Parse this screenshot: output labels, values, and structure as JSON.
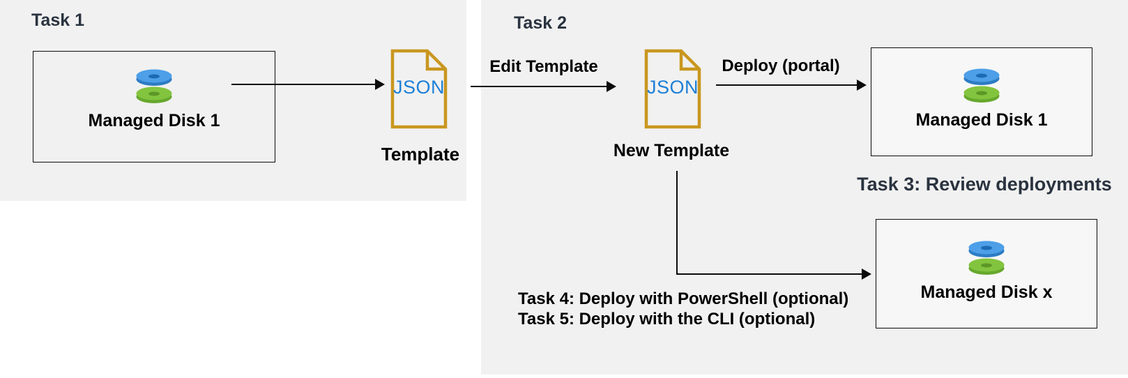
{
  "colors": {
    "panel_bg": "#F1F1F1",
    "heading_text": "#2A333F",
    "label_text": "#000000",
    "json_doc_border_gold": "#C9971F",
    "json_text_blue": "#1E7FD7",
    "disk_top_blue": "#4D9FE8",
    "disk_bottom_green": "#83C43F",
    "arrow_black": "#0B0B0B"
  },
  "task1": {
    "heading": "Task 1",
    "source_box_label": "Managed Disk 1",
    "json_file_label": "JSON",
    "template_caption": "Template"
  },
  "task2": {
    "heading": "Task 2",
    "edit_arrow_label": "Edit Template",
    "json_file_label": "JSON",
    "new_template_caption": "New Template",
    "deploy_arrow_label": "Deploy (portal)",
    "deployed_box_label": "Managed Disk 1"
  },
  "task3": {
    "heading": "Task 3: Review deployments",
    "deployed_box_label": "Managed Disk x"
  },
  "optional_tasks": {
    "line1": "Task 4: Deploy with PowerShell (optional)",
    "line2": "Task 5: Deploy with the CLI (optional)"
  }
}
